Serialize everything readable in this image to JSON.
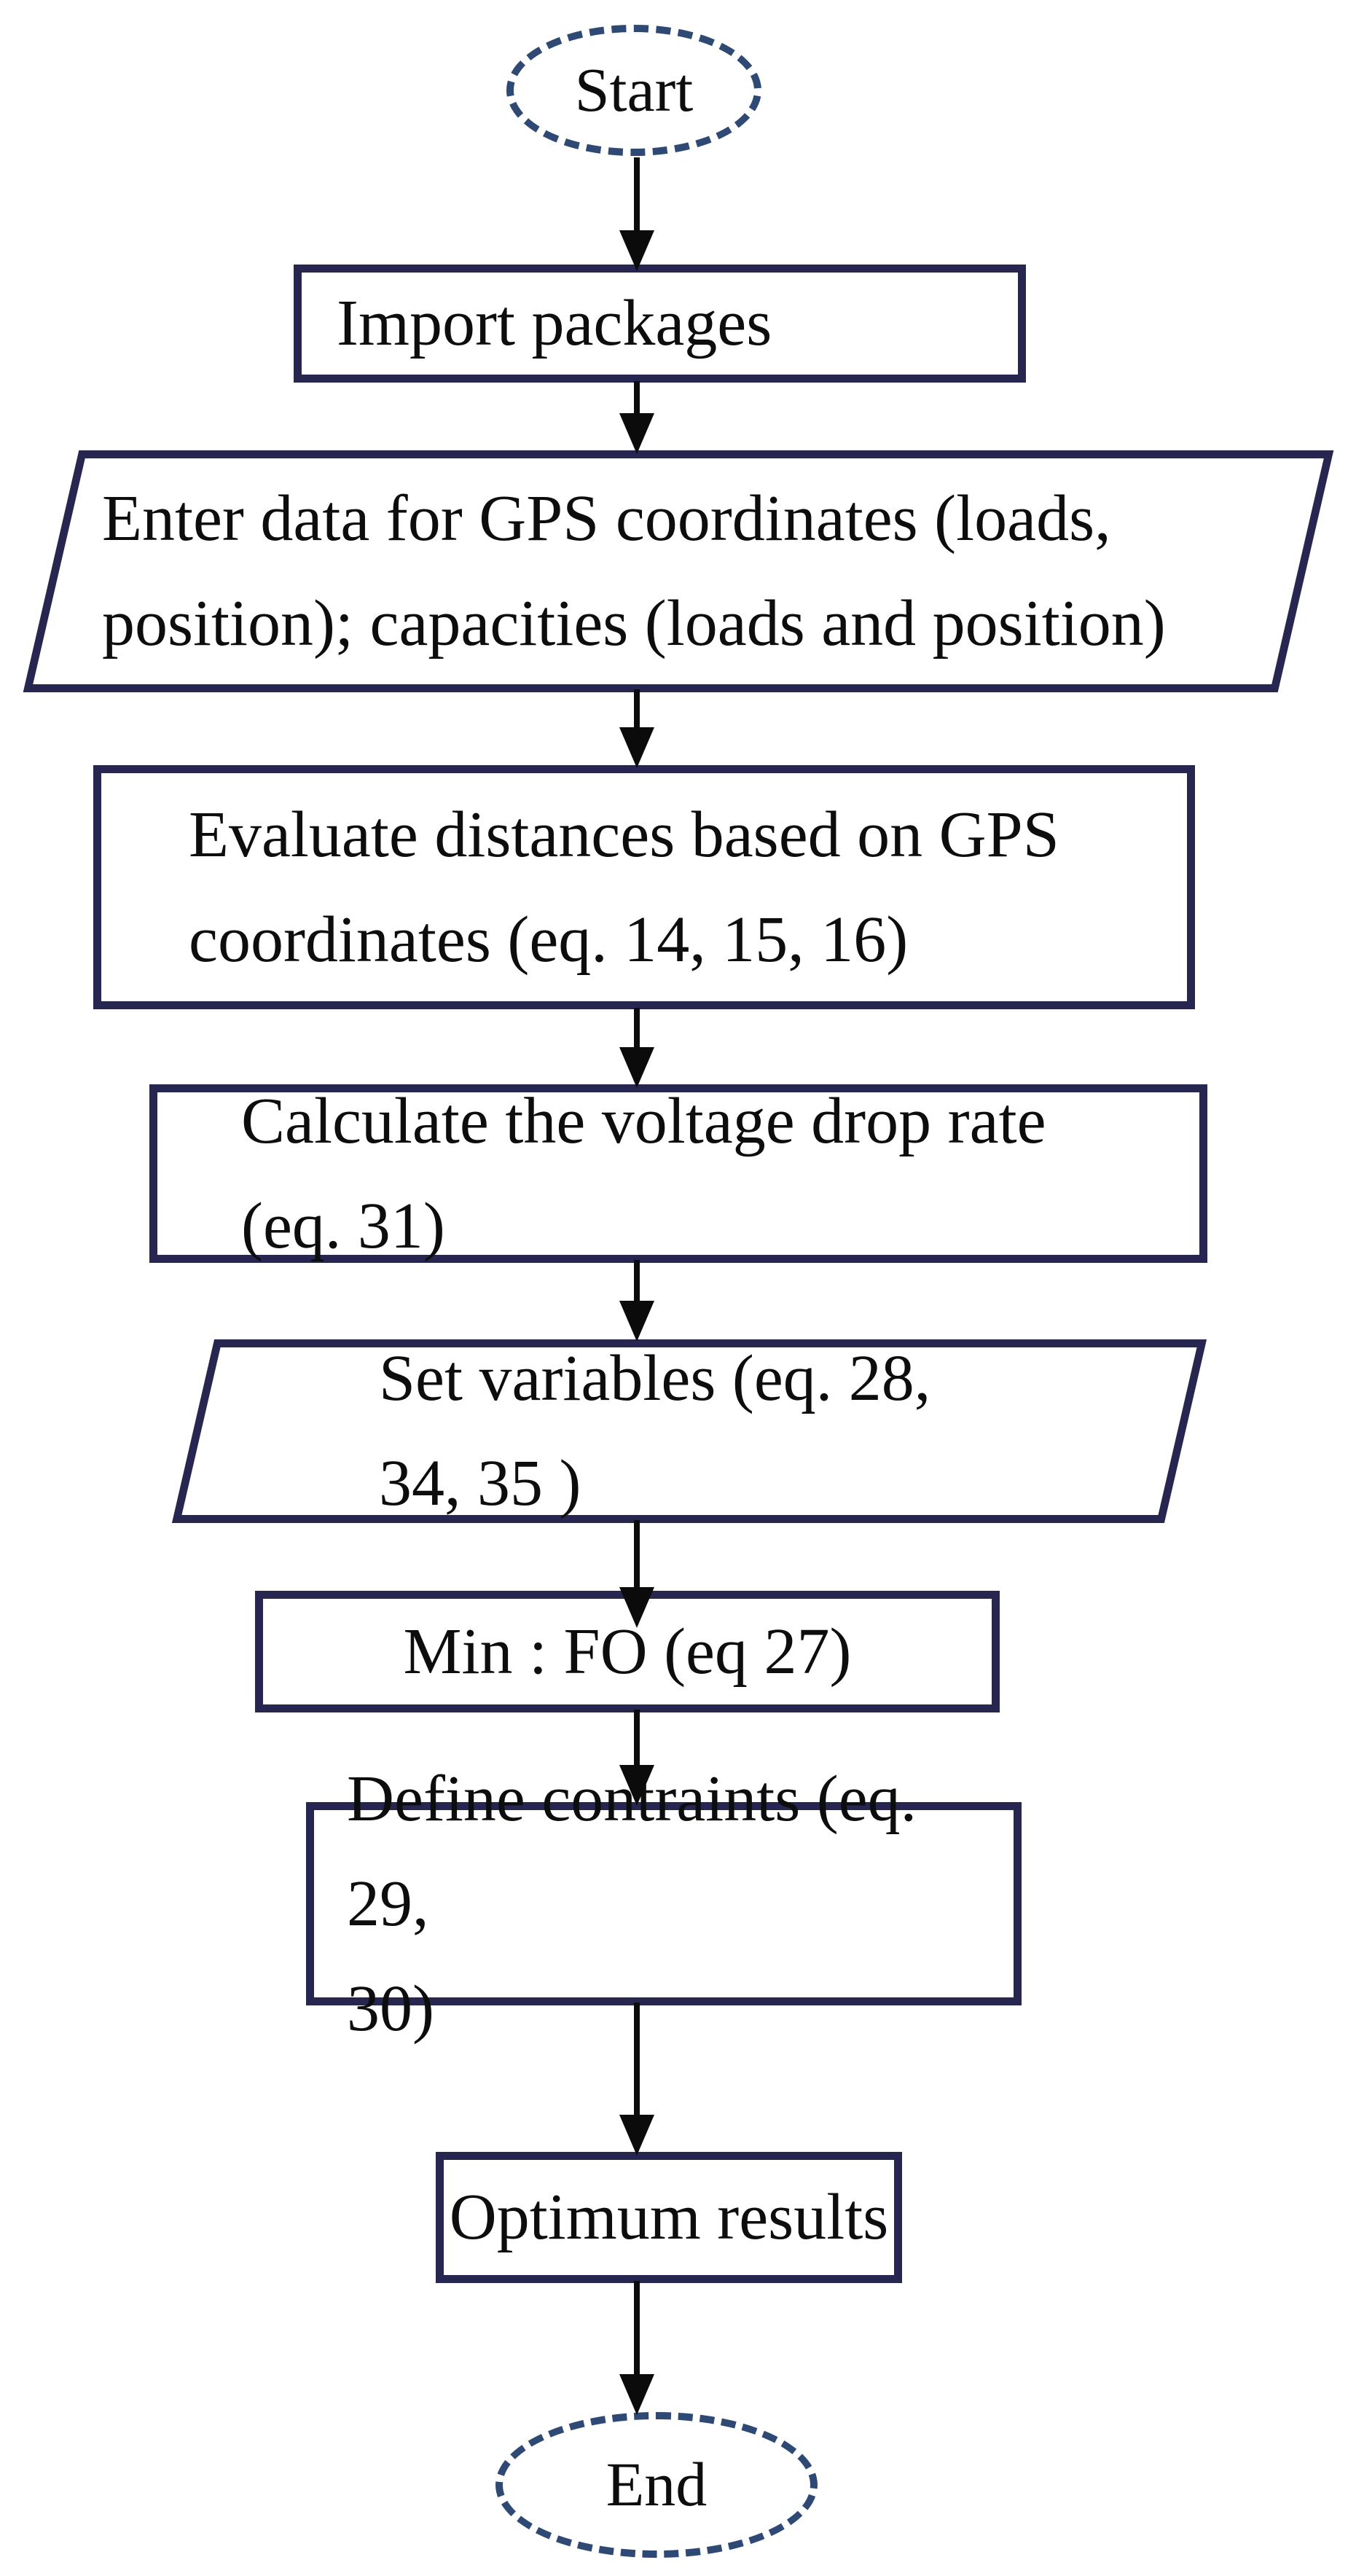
{
  "diagram": {
    "type": "flowchart",
    "description": "Optimization procedure flowchart from Start to End",
    "colors": {
      "node_border": "#262650",
      "terminator_border": "#2e4a74",
      "arrow": "#0b0b0b",
      "text": "#0d0d0d",
      "background": "#ffffff"
    },
    "nodes": {
      "start": {
        "type": "terminator",
        "label": "Start"
      },
      "import": {
        "type": "process",
        "label": "Import packages"
      },
      "enter_data": {
        "type": "input-output",
        "label": "Enter data for GPS coordinates (loads,\nposition); capacities (loads and position)"
      },
      "evaluate": {
        "type": "process",
        "label": "Evaluate distances based on GPS\ncoordinates (eq. 14, 15, 16)"
      },
      "calculate": {
        "type": "process",
        "label": "Calculate the voltage drop rate\n(eq. 31)"
      },
      "set_variables": {
        "type": "input-output",
        "label": "Set variables (eq. 28,\n34, 35 )"
      },
      "min_fo": {
        "type": "process",
        "label": "Min : FO (eq 27)"
      },
      "define_constraints": {
        "type": "process",
        "label": "Define contraints (eq. 29,\n30)"
      },
      "optimum": {
        "type": "process",
        "label": "Optimum results"
      },
      "end": {
        "type": "terminator",
        "label": "End"
      }
    },
    "edges": [
      {
        "from": "start",
        "to": "import"
      },
      {
        "from": "import",
        "to": "enter_data"
      },
      {
        "from": "enter_data",
        "to": "evaluate"
      },
      {
        "from": "evaluate",
        "to": "calculate"
      },
      {
        "from": "calculate",
        "to": "set_variables"
      },
      {
        "from": "set_variables",
        "to": "min_fo"
      },
      {
        "from": "min_fo",
        "to": "define_constraints"
      },
      {
        "from": "define_constraints",
        "to": "optimum"
      },
      {
        "from": "optimum",
        "to": "end"
      }
    ]
  }
}
